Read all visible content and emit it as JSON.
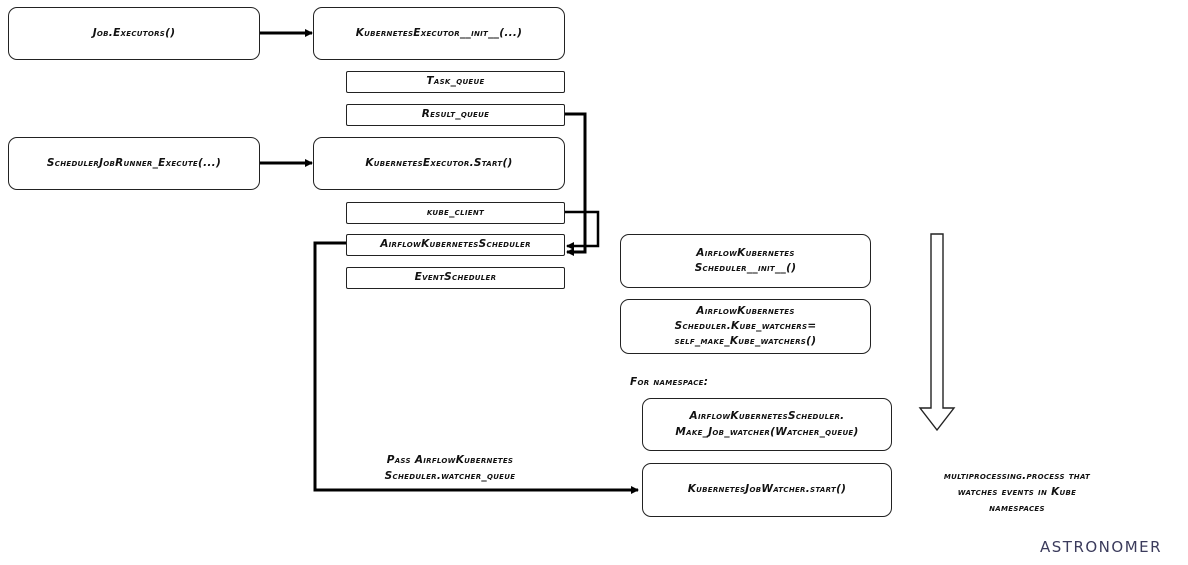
{
  "boxes": {
    "job_executors": "Job.Executors()",
    "k8s_executor_init": "KubernetesExecutor__init__(...)",
    "task_queue": "Task_queue",
    "result_queue": "Result_queue",
    "scheduler_job_runner": "SchedulerJobRunner_Execute(...)",
    "k8s_executor_start": "KubernetesExecutor.Start()",
    "kube_client": "kube_client",
    "airflow_k8s_scheduler": "AirflowKubernetesScheduler",
    "event_scheduler": "EventScheduler",
    "scheduler_init": {
      "line1": "AirflowKubernetes",
      "line2": "Scheduler__init__()"
    },
    "kube_watchers": {
      "line1": "AirflowKubernetes",
      "line2": "Scheduler.Kube_watchers=",
      "line3": "self_make_Kube_watchers()"
    },
    "make_job_watcher": {
      "line1": "AirflowKubernetesScheduler.",
      "line2": "Make_Job_watcher(Watcher_queue)"
    },
    "job_watcher_start": "KubernetesJobWatcher.start()"
  },
  "labels": {
    "for_namespace": "For namespace:",
    "pass_watcher": {
      "line1": "Pass AirflowKubernetes",
      "line2": "Scheduler.watcher_queue"
    },
    "multiprocessing": {
      "line1": "multiprocessing.process that",
      "line2": "watches events in Kube",
      "line3": "namespaces"
    }
  },
  "brand": "ASTRONOMER"
}
